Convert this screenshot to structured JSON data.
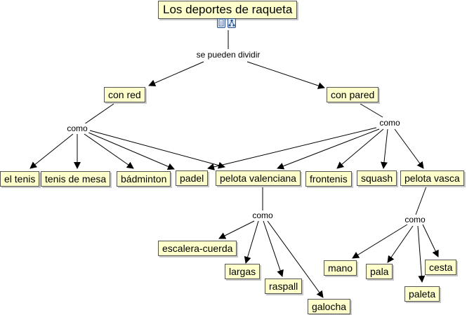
{
  "nodes": {
    "title": "Los deportes de raqueta",
    "con_red": "con red",
    "con_pared": "con pared",
    "el_tenis": "el tenis",
    "tenis_de_mesa": "tenis de mesa",
    "badminton": "bádminton",
    "padel": "padel",
    "pelota_valenciana": "pelota valenciana",
    "frontenis": "frontenis",
    "squash": "squash",
    "pelota_vasca": "pelota vasca",
    "escalera_cuerda": "escalera-cuerda",
    "largas": "largas",
    "raspall": "raspall",
    "galocha": "galocha",
    "mano": "mano",
    "pala": "pala",
    "cesta": "cesta",
    "paleta": "paleta"
  },
  "phrases": {
    "se_pueden_dividir": "se pueden dividir",
    "como_red": "como",
    "como_pared": "como",
    "como_valenciana": "como",
    "como_vasca": "como"
  },
  "icons": [
    "resource-document-icon",
    "resource-concept-map-icon"
  ]
}
